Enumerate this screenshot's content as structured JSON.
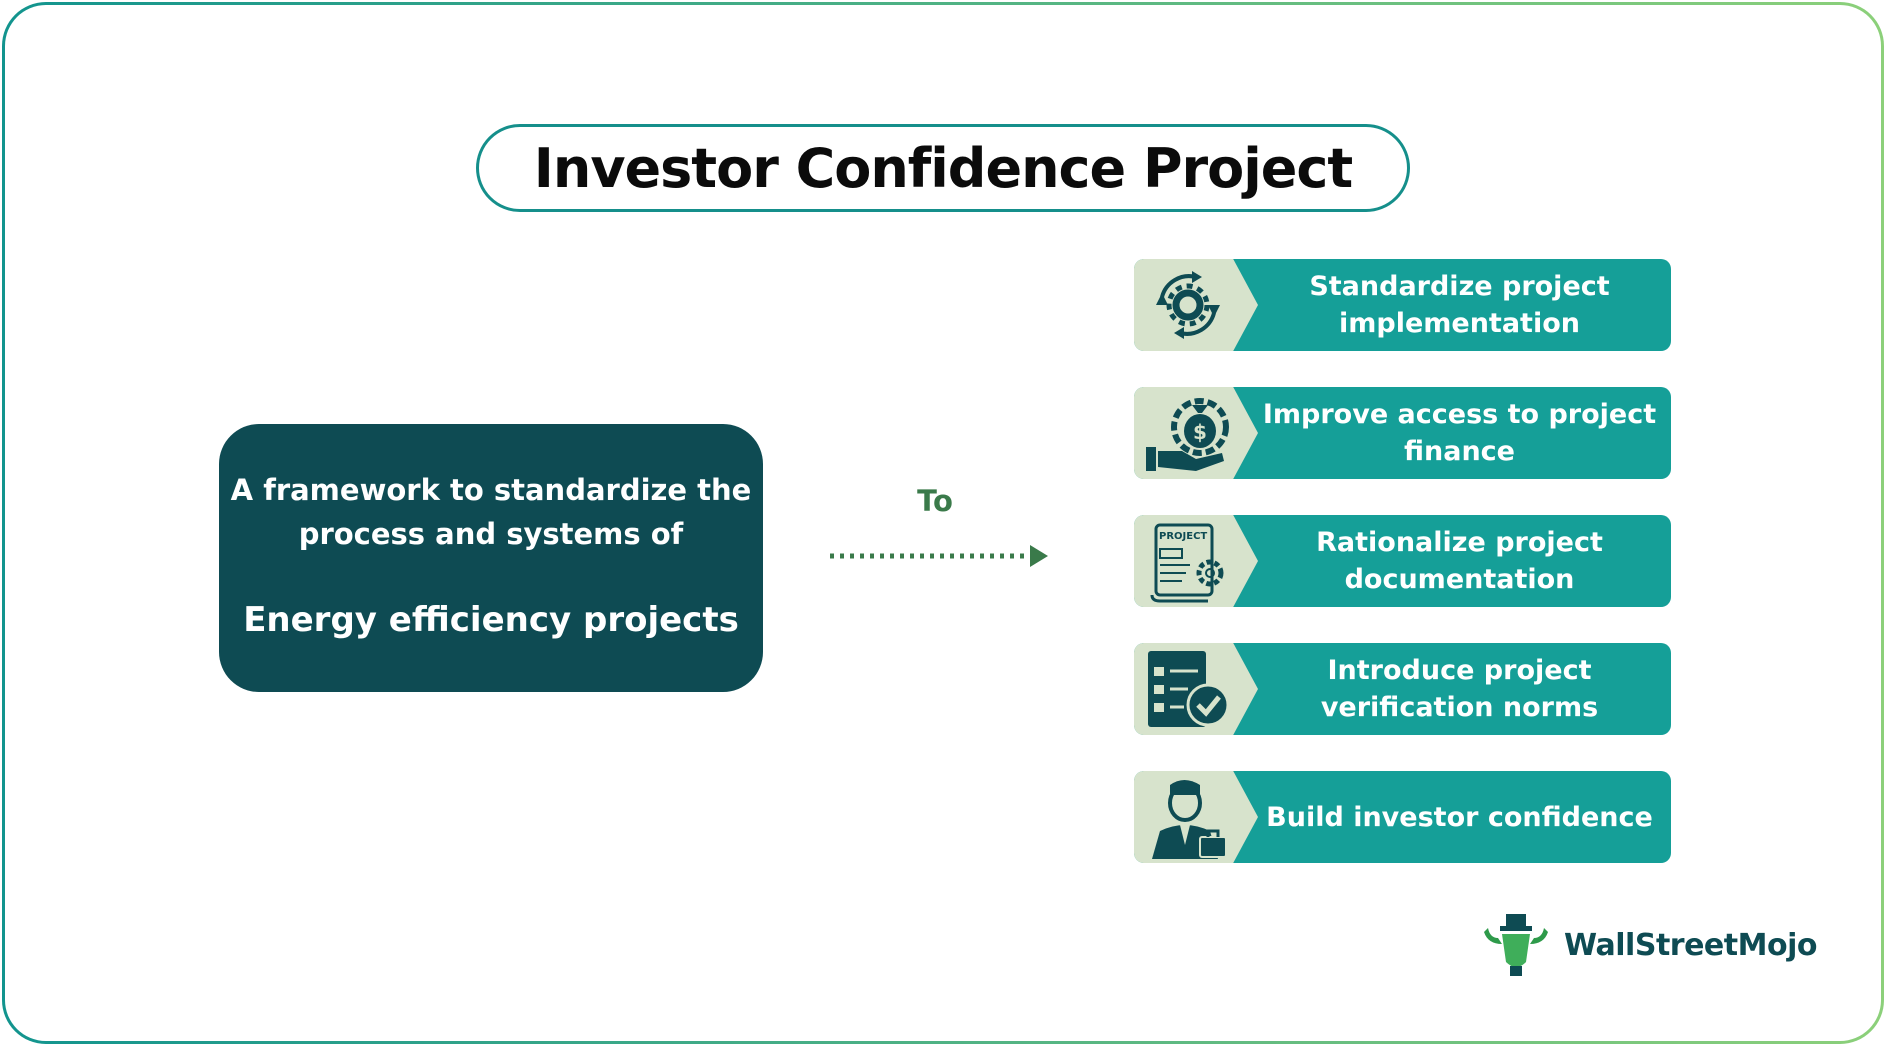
{
  "title": "Investor Confidence Project",
  "left_box": {
    "description": "A framework to standardize the process and systems of",
    "emphasis": "Energy efficiency projects"
  },
  "connector_label": "To",
  "items": [
    {
      "label": "Standardize project implementation",
      "icon": "gear-cycle-icon"
    },
    {
      "label": "Improve access to project finance",
      "icon": "money-bag-hand-icon"
    },
    {
      "label": "Rationalize project documentation",
      "icon": "project-document-icon"
    },
    {
      "label": "Introduce project verification norms",
      "icon": "checklist-verify-icon"
    },
    {
      "label": "Build investor confidence",
      "icon": "investor-icon"
    }
  ],
  "brand": "WallStreetMojo",
  "colors": {
    "dark_teal": "#0e4b53",
    "teal": "#159f98",
    "icon_bg": "#d7e3cc",
    "arrow_green": "#3a7a4a"
  }
}
